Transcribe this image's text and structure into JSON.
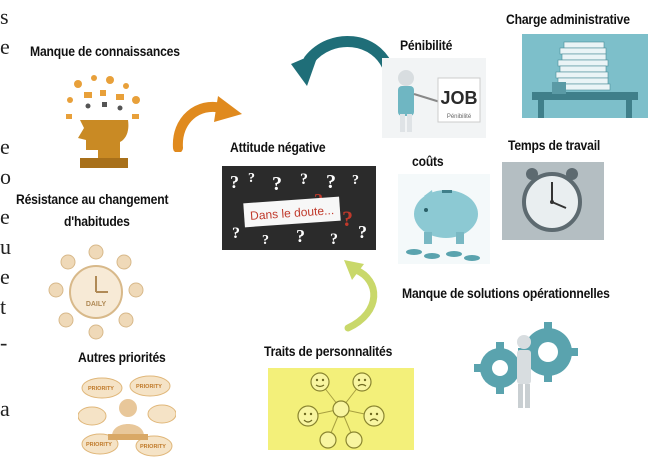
{
  "left_edge_fragments": [
    "s",
    "e",
    "e",
    "o",
    "e",
    "u",
    "e",
    "t",
    "-",
    "a"
  ],
  "labels": {
    "manque_connaissances": "Manque de connaissances",
    "penibilite": "Pénibilité",
    "charge_administrative": "Charge administrative",
    "attitude_negative": "Attitude négative",
    "couts": "coûts",
    "temps_travail": "Temps de travail",
    "resistance_line1": "Résistance au changement",
    "resistance_line2": "d'habitudes",
    "manque_solutions": "Manque de solutions opérationnelles",
    "traits_personnalites": "Traits de personnalités",
    "autres_priorites": "Autres priorités"
  },
  "image_text": {
    "dans_le_doute": "Dans le doute...",
    "job": "JOB",
    "penibilite_caption": "Pénibilité",
    "daily": "DAILY",
    "priority": "PRIORITY"
  },
  "colors": {
    "teal_arrow": "#1f6e78",
    "orange_arrow": "#e08a1e",
    "yellow_green_arrow": "#c9d86a",
    "traits_background": "#f3f07a",
    "teal_photo": "#6fb6c2"
  }
}
